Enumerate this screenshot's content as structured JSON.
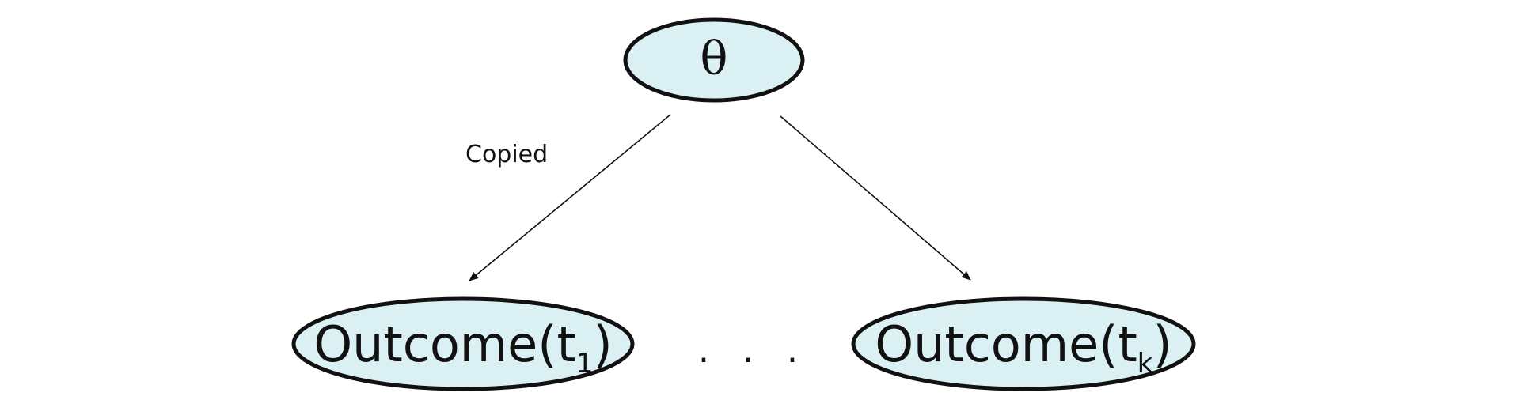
{
  "nodes": {
    "theta": {
      "label": "θ"
    },
    "outcome_1": {
      "label": "Outcome(t",
      "subscript": "1",
      "close": ")"
    },
    "outcome_k": {
      "label": "Outcome(t",
      "subscript": "k",
      "close": ")"
    }
  },
  "edges": {
    "left_label": "Copied"
  },
  "ellipsis": ". . .",
  "colors": {
    "node_fill": "#daf0f2",
    "stroke": "#111111",
    "background": "#ffffff"
  }
}
